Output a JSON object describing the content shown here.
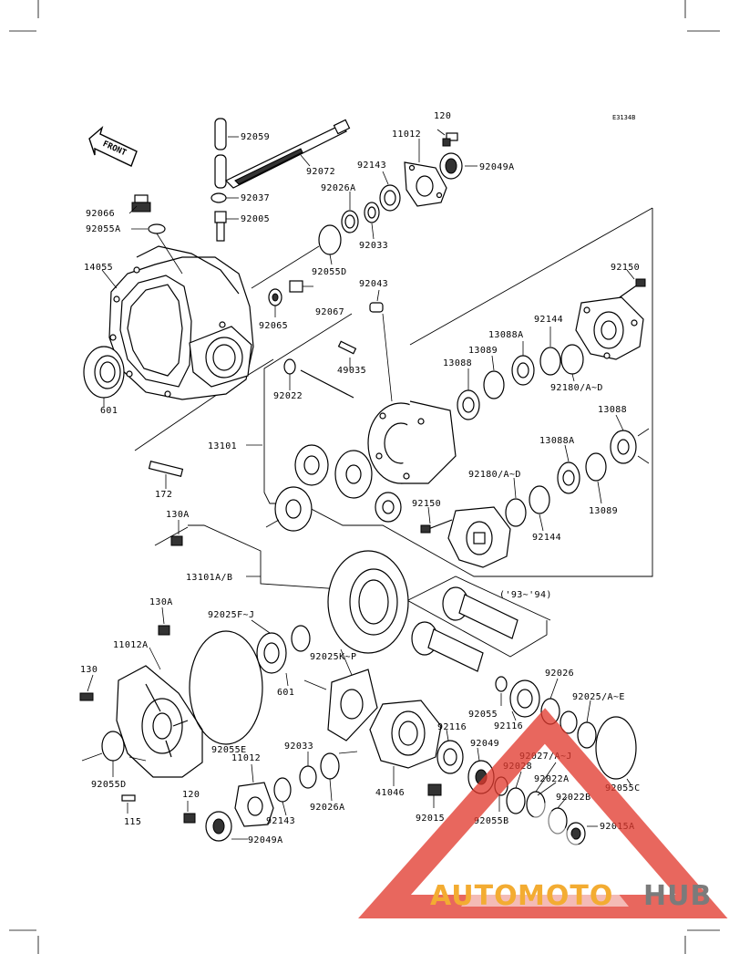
{
  "diagram": {
    "code": "E3134B",
    "front_label": "FRONT",
    "year_note": "('93~'94)",
    "watermark": {
      "part1": "AUTO",
      "part2": "MOTO",
      "part3": "HUB",
      "color_main": "#f2a41c",
      "color_hub": "#6d6d6d",
      "color_triangle": "#e03a2e"
    },
    "labels": [
      {
        "id": "92059",
        "text": "92059"
      },
      {
        "id": "92072",
        "text": "92072"
      },
      {
        "id": "120a",
        "text": "120"
      },
      {
        "id": "11012a",
        "text": "11012"
      },
      {
        "id": "92143a",
        "text": "92143"
      },
      {
        "id": "92049Aa",
        "text": "92049A"
      },
      {
        "id": "92037",
        "text": "92037"
      },
      {
        "id": "92026Aa",
        "text": "92026A"
      },
      {
        "id": "92066",
        "text": "92066"
      },
      {
        "id": "92005",
        "text": "92005"
      },
      {
        "id": "92055A",
        "text": "92055A"
      },
      {
        "id": "92033a",
        "text": "92033"
      },
      {
        "id": "14055",
        "text": "14055"
      },
      {
        "id": "92055D_top",
        "text": "92055D"
      },
      {
        "id": "92043",
        "text": "92043"
      },
      {
        "id": "92150a",
        "text": "92150"
      },
      {
        "id": "92067",
        "text": "92067"
      },
      {
        "id": "92065",
        "text": "92065"
      },
      {
        "id": "92144a",
        "text": "92144"
      },
      {
        "id": "13088Aa",
        "text": "13088A"
      },
      {
        "id": "13089a",
        "text": "13089"
      },
      {
        "id": "13088a",
        "text": "13088"
      },
      {
        "id": "49035",
        "text": "49035"
      },
      {
        "id": "92180a",
        "text": "92180/A~D"
      },
      {
        "id": "92022",
        "text": "92022"
      },
      {
        "id": "601a",
        "text": "601"
      },
      {
        "id": "13088b",
        "text": "13088"
      },
      {
        "id": "13101",
        "text": "13101"
      },
      {
        "id": "13088Ab",
        "text": "13088A"
      },
      {
        "id": "92180b",
        "text": "92180/A~D"
      },
      {
        "id": "172",
        "text": "172"
      },
      {
        "id": "92150b",
        "text": "92150"
      },
      {
        "id": "13089b",
        "text": "13089"
      },
      {
        "id": "130A_top",
        "text": "130A"
      },
      {
        "id": "92144b",
        "text": "92144"
      },
      {
        "id": "13101AB",
        "text": "13101A/B"
      },
      {
        "id": "130A_bot",
        "text": "130A"
      },
      {
        "id": "92025FJ",
        "text": "92025F~J"
      },
      {
        "id": "11012A",
        "text": "11012A"
      },
      {
        "id": "601b",
        "text": "601"
      },
      {
        "id": "92025KP",
        "text": "92025K~P"
      },
      {
        "id": "130",
        "text": "130"
      },
      {
        "id": "92026",
        "text": "92026"
      },
      {
        "id": "92055",
        "text": "92055"
      },
      {
        "id": "92025AE",
        "text": "92025/A~E"
      },
      {
        "id": "92116a",
        "text": "92116"
      },
      {
        "id": "92116b",
        "text": "92116"
      },
      {
        "id": "92049",
        "text": "92049"
      },
      {
        "id": "92055E",
        "text": "92055E"
      },
      {
        "id": "92033b",
        "text": "92033"
      },
      {
        "id": "11012b",
        "text": "11012"
      },
      {
        "id": "92027",
        "text": "92027/A~J"
      },
      {
        "id": "92028",
        "text": "92028"
      },
      {
        "id": "92055D_bot",
        "text": "92055D"
      },
      {
        "id": "92022A",
        "text": "92022A"
      },
      {
        "id": "92026Ab",
        "text": "92026A"
      },
      {
        "id": "41046",
        "text": "41046"
      },
      {
        "id": "92055C",
        "text": "92055C"
      },
      {
        "id": "92143b",
        "text": "92143"
      },
      {
        "id": "115",
        "text": "115"
      },
      {
        "id": "120b",
        "text": "120"
      },
      {
        "id": "92015",
        "text": "92015"
      },
      {
        "id": "92055B",
        "text": "92055B"
      },
      {
        "id": "92022B",
        "text": "92022B"
      },
      {
        "id": "92015A",
        "text": "92015A"
      },
      {
        "id": "92049Ab",
        "text": "92049A"
      }
    ]
  }
}
